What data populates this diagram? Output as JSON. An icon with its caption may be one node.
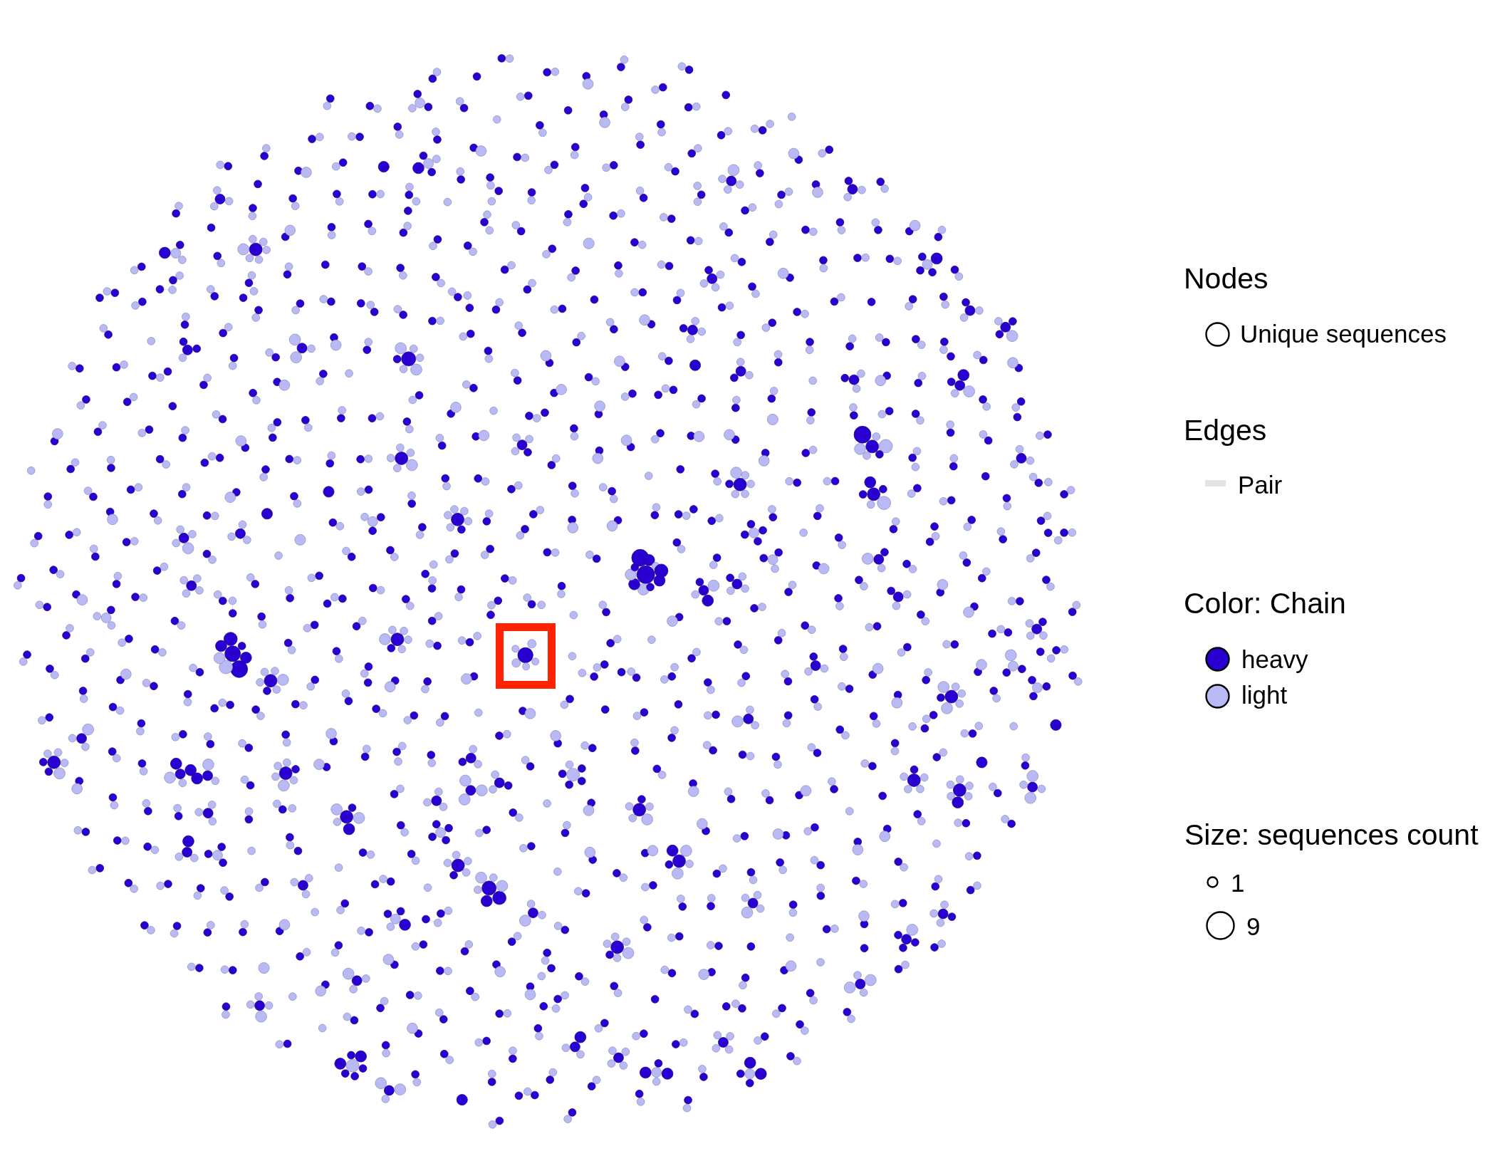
{
  "diagram": {
    "labels": [
      "Nodes",
      "Edges",
      "Color: Chain",
      "Size: sequences count"
    ],
    "legend": [
      {
        "text": "Unique sequences"
      },
      {
        "text": "Pair"
      },
      {
        "text": "heavy",
        "color": "#2a00d2"
      },
      {
        "text": "light",
        "color": "#b9b9f6"
      },
      {
        "text": "1"
      },
      {
        "text": "9"
      }
    ]
  }
}
